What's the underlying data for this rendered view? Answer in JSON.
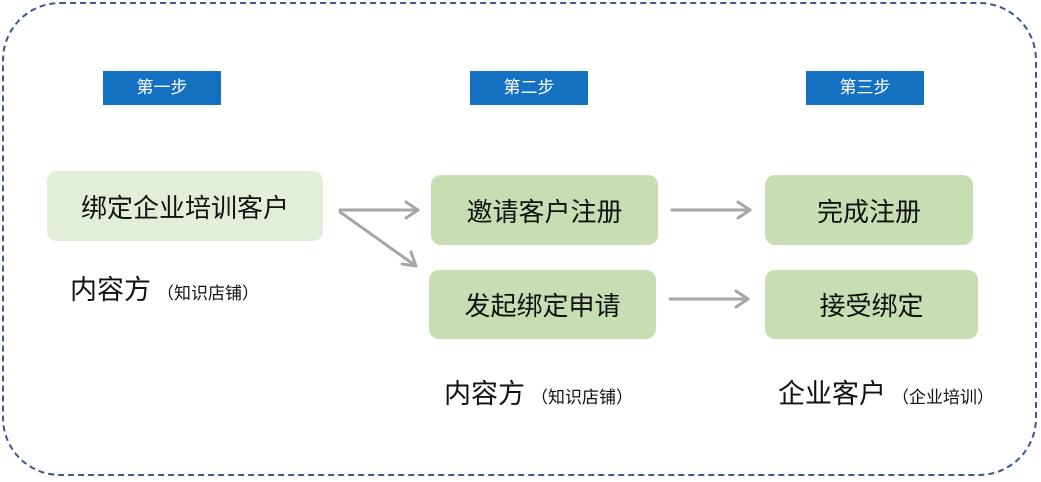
{
  "steps": {
    "step1": "第一步",
    "step2": "第二步",
    "step3": "第三步"
  },
  "boxes": {
    "bind_customer": "绑定企业培训客户",
    "invite_register": "邀请客户注册",
    "initiate_binding": "发起绑定申请",
    "complete_register": "完成注册",
    "accept_binding": "接受绑定"
  },
  "parties": {
    "col1": {
      "main": "内容方",
      "note": "（知识店铺）"
    },
    "col2": {
      "main": "内容方",
      "note": "（知识店铺）"
    },
    "col3": {
      "main": "企业客户",
      "note": "（企业培训）"
    }
  },
  "colors": {
    "step_label": "#1471c1",
    "box_light": "#e3eed8",
    "box_mid": "#c7deb2",
    "arrow": "#a6a6a6",
    "frame_border": "#3f5a8a"
  }
}
